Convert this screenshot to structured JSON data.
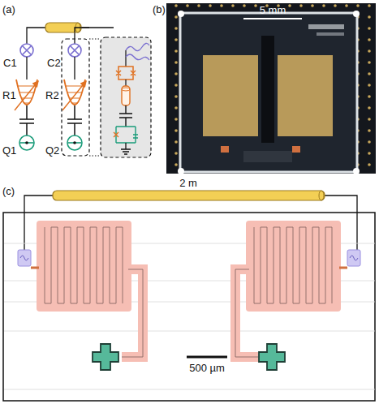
{
  "diagram": {
    "labels": [
      "(a)",
      "(b)",
      "(c)",
      "C1",
      "R1",
      "Q1",
      "C2",
      "R2",
      "Q2",
      "5 mm",
      "2 m",
      "500 µm"
    ]
  }
}
